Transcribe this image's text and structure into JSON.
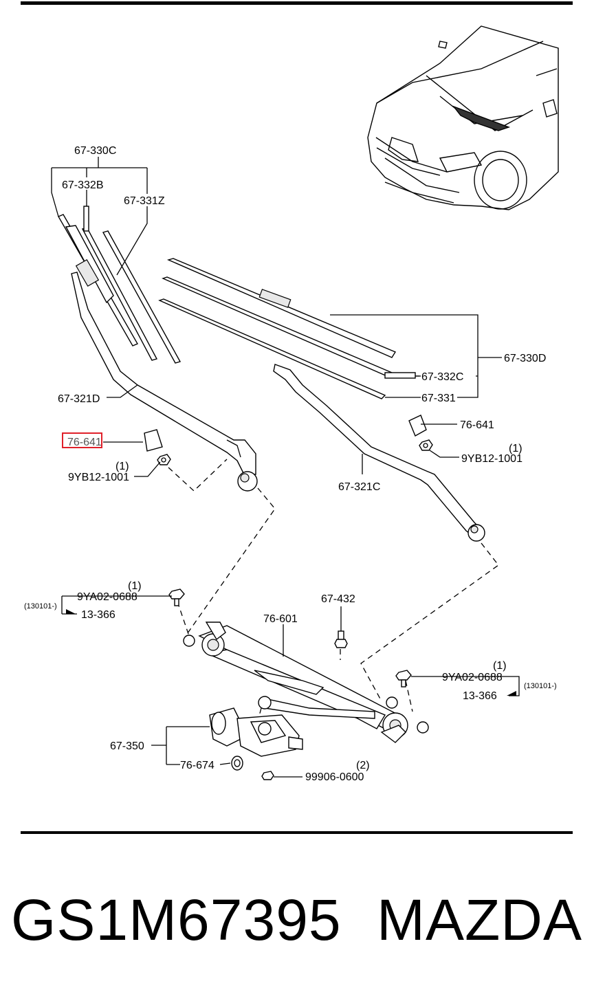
{
  "labels": {
    "p67_330C": "67-330C",
    "p67_332B": "67-332B",
    "p67_331Z": "67-331Z",
    "p67_321D": "67-321D",
    "p76_641_left": "76-641",
    "qty1_left_nut": "(1)",
    "p9YB12_left": "9YB12-1001",
    "p67_330D": "67-330D",
    "p67_332C": "67-332C",
    "p67_331": "67-331",
    "p76_641_right": "76-641",
    "qty1_right_nut": "(1)",
    "p9YB12_right": "9YB12-1001",
    "p67_321C": "67-321C",
    "qty1_left_bolt": "(1)",
    "p9YA02_left": "9YA02-0688",
    "date_left": "(130101-)",
    "p13_366_left": "13-366",
    "p67_432": "67-432",
    "p76_601": "76-601",
    "qty1_right_bolt": "(1)",
    "p9YA02_right": "9YA02-0688",
    "date_right": "(130101-)",
    "p13_366_right": "13-366",
    "p67_350": "67-350",
    "p76_674": "76-674",
    "qty2_screw": "(2)",
    "p99906": "99906-0600"
  },
  "caption": {
    "part_number": "GS1M67395",
    "brand": "MAZDA"
  },
  "highlight_color": "#e0202a"
}
